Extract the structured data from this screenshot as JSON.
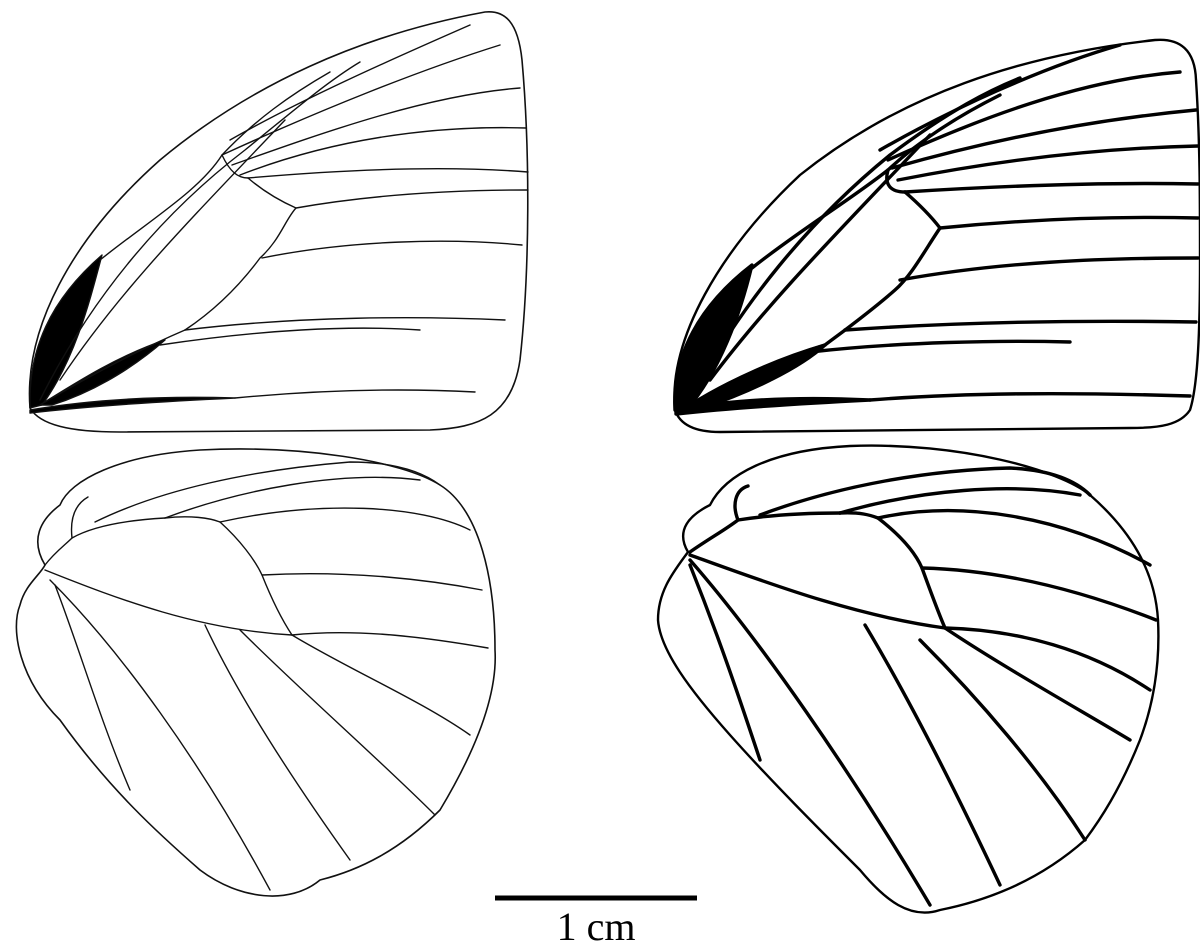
{
  "figure": {
    "scale_bar": {
      "label": "1 cm"
    },
    "panels": [
      {
        "id": "left",
        "style": "fine line drawing",
        "wings": [
          "forewing",
          "hindwing"
        ]
      },
      {
        "id": "right",
        "style": "bold line drawing",
        "wings": [
          "forewing",
          "hindwing"
        ]
      }
    ],
    "colors": {
      "ink": "#000000",
      "background": "#ffffff"
    }
  }
}
